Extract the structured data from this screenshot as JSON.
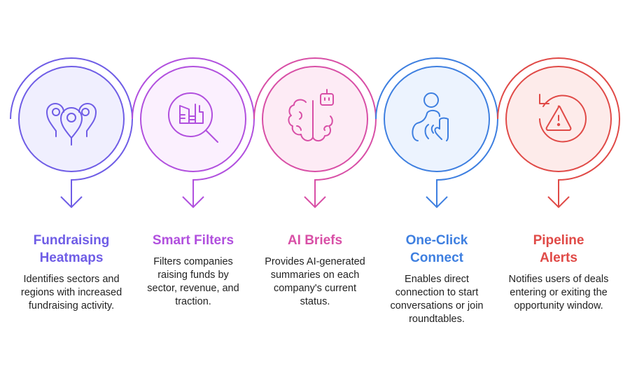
{
  "steps": [
    {
      "title": "Fundraising Heatmaps",
      "description": "Identifies sectors and regions with increased fundraising activity.",
      "icon": "map-pins-icon",
      "color": "#6f5de6",
      "fill": "#f0effe"
    },
    {
      "title": "Smart Filters",
      "description": "Filters companies raising funds by sector, revenue, and traction.",
      "icon": "search-filter-icon",
      "color": "#b150de",
      "fill": "#fbf0fe"
    },
    {
      "title": "AI Briefs",
      "description": "Provides AI-generated summaries on each company's current status.",
      "icon": "brain-robot-icon",
      "color": "#d84fa6",
      "fill": "#fdebf5"
    },
    {
      "title": "One-Click Connect",
      "description": "Enables direct connection to start conversations or join roundtables.",
      "icon": "touch-connect-icon",
      "color": "#3e7fe0",
      "fill": "#ecf3fe"
    },
    {
      "title": "Pipeline Alerts",
      "description": "Notifies users of deals entering or exiting the opportunity window.",
      "icon": "alert-refresh-icon",
      "color": "#e04a47",
      "fill": "#fdebea"
    }
  ]
}
